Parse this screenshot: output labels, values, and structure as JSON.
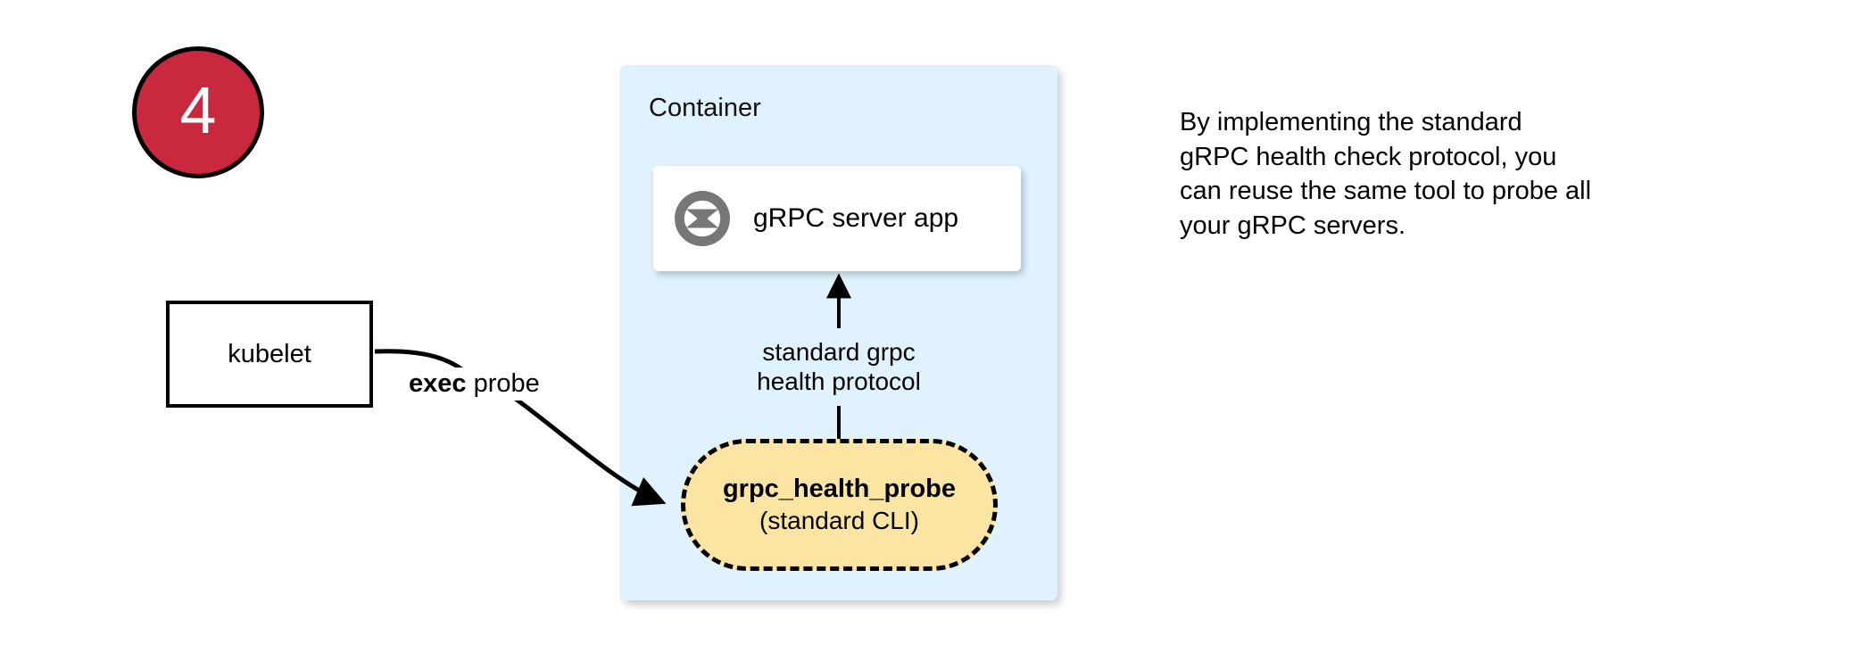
{
  "step": {
    "number": "4"
  },
  "container": {
    "label": "Container",
    "fill_color": "#DFF2FD"
  },
  "server_card": {
    "icon": "aperture-icon",
    "label": "gRPC server app",
    "fill_color": "#FFFFFF"
  },
  "kubelet": {
    "label": "kubelet"
  },
  "edges": {
    "exec_probe": {
      "label_bold": "exec",
      "label_rest": " probe",
      "from": "kubelet",
      "to": "grpc_health_probe"
    },
    "health_protocol": {
      "line1": "standard grpc",
      "line2": "health protocol",
      "from": "grpc_health_probe",
      "to": "gRPC server app"
    }
  },
  "probe": {
    "title": "grpc_health_probe",
    "subtitle": "(standard CLI)",
    "fill_color": "#FCE5A2",
    "border_style": "dashed"
  },
  "caption": {
    "line1": "By implementing the standard",
    "line2": "gRPC health check protocol, you",
    "line3": "can reuse the same tool to probe all",
    "line4": "your gRPC servers."
  },
  "colors": {
    "badge_red": "#C9283E",
    "container_blue": "#DFF2FD",
    "probe_yellow": "#FCE5A2",
    "icon_gray": "#777777",
    "stroke_black": "#000000"
  }
}
